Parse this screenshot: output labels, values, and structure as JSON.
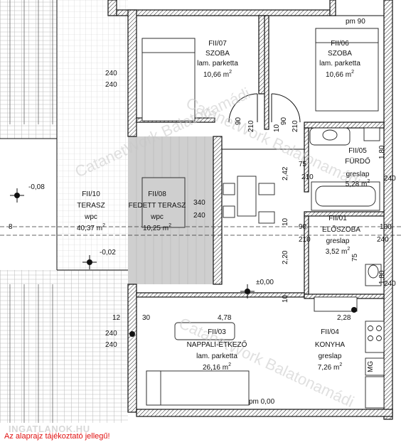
{
  "rooms": [
    {
      "code": "FII/07",
      "name": "SZOBA",
      "floor": "lam. parketta",
      "area": "10,66 m",
      "area_sup": "2"
    },
    {
      "code": "FII/06",
      "name": "SZOBA",
      "floor": "lam. parketta",
      "area": "10,66 m",
      "area_sup": "2"
    },
    {
      "code": "FII/05",
      "name": "FÜRDŐ",
      "floor": "greslap",
      "area": "5,28 m",
      "area_sup": "2"
    },
    {
      "code": "FII/10",
      "name": "TERASZ",
      "floor": "wpc",
      "area": "40,37 m",
      "area_sup": "2"
    },
    {
      "code": "FII/08",
      "name": "FEDETT TERASZ",
      "floor": "wpc",
      "area": "10,25 m",
      "area_sup": "2"
    },
    {
      "code": "FII/01",
      "name": "ELŐSZOBA",
      "floor": "greslap",
      "area": "3,52 m",
      "area_sup": "2"
    },
    {
      "code": "FII/03",
      "name": "NAPPALI-ÉTKEZŐ",
      "floor": "lam. parketta",
      "area": "26,16 m",
      "area_sup": "2"
    },
    {
      "code": "FII/04",
      "name": "KONYHA",
      "floor": "greslap",
      "area": "7,26 m",
      "area_sup": "2"
    }
  ],
  "dims": {
    "pm90": "pm 90",
    "pm000": "pm 0,00",
    "pm000b": "±0,00",
    "lvl_terrace": "-0,08",
    "lvl_terrace2": "-0,02",
    "d240a": "240",
    "d240b": "240",
    "d240c": "240",
    "d240d": "240",
    "d240e": "240",
    "d240f": "240",
    "d240g": "240",
    "d240h": "240",
    "d340": "340",
    "d90a": "90",
    "d210a": "210",
    "d90b": "90",
    "d210b": "210",
    "d75a": "75",
    "d210c": "210",
    "d180a": "1,80",
    "d242": "2,42",
    "d90c": "90",
    "d210d": "210",
    "d100": "100",
    "d220": "2,20",
    "d75b": "75",
    "d180b": "1,80",
    "d10a": "10",
    "d10b": "10",
    "d10c": "10",
    "d12": "12",
    "d30": "30",
    "d478": "4,78",
    "d228": "2,28",
    "edge8": "8",
    "mg": "MG"
  },
  "watermark": "CatanetWork Balatonamádi",
  "footer": {
    "logo": "INGATLANOK.HU",
    "note": "Az alaprajz tájékoztató jellegű!"
  },
  "colors": {
    "wall": "#111111",
    "covered": "#cfcfcf",
    "hatch": "#9a9a9a",
    "note": "#e01010"
  }
}
